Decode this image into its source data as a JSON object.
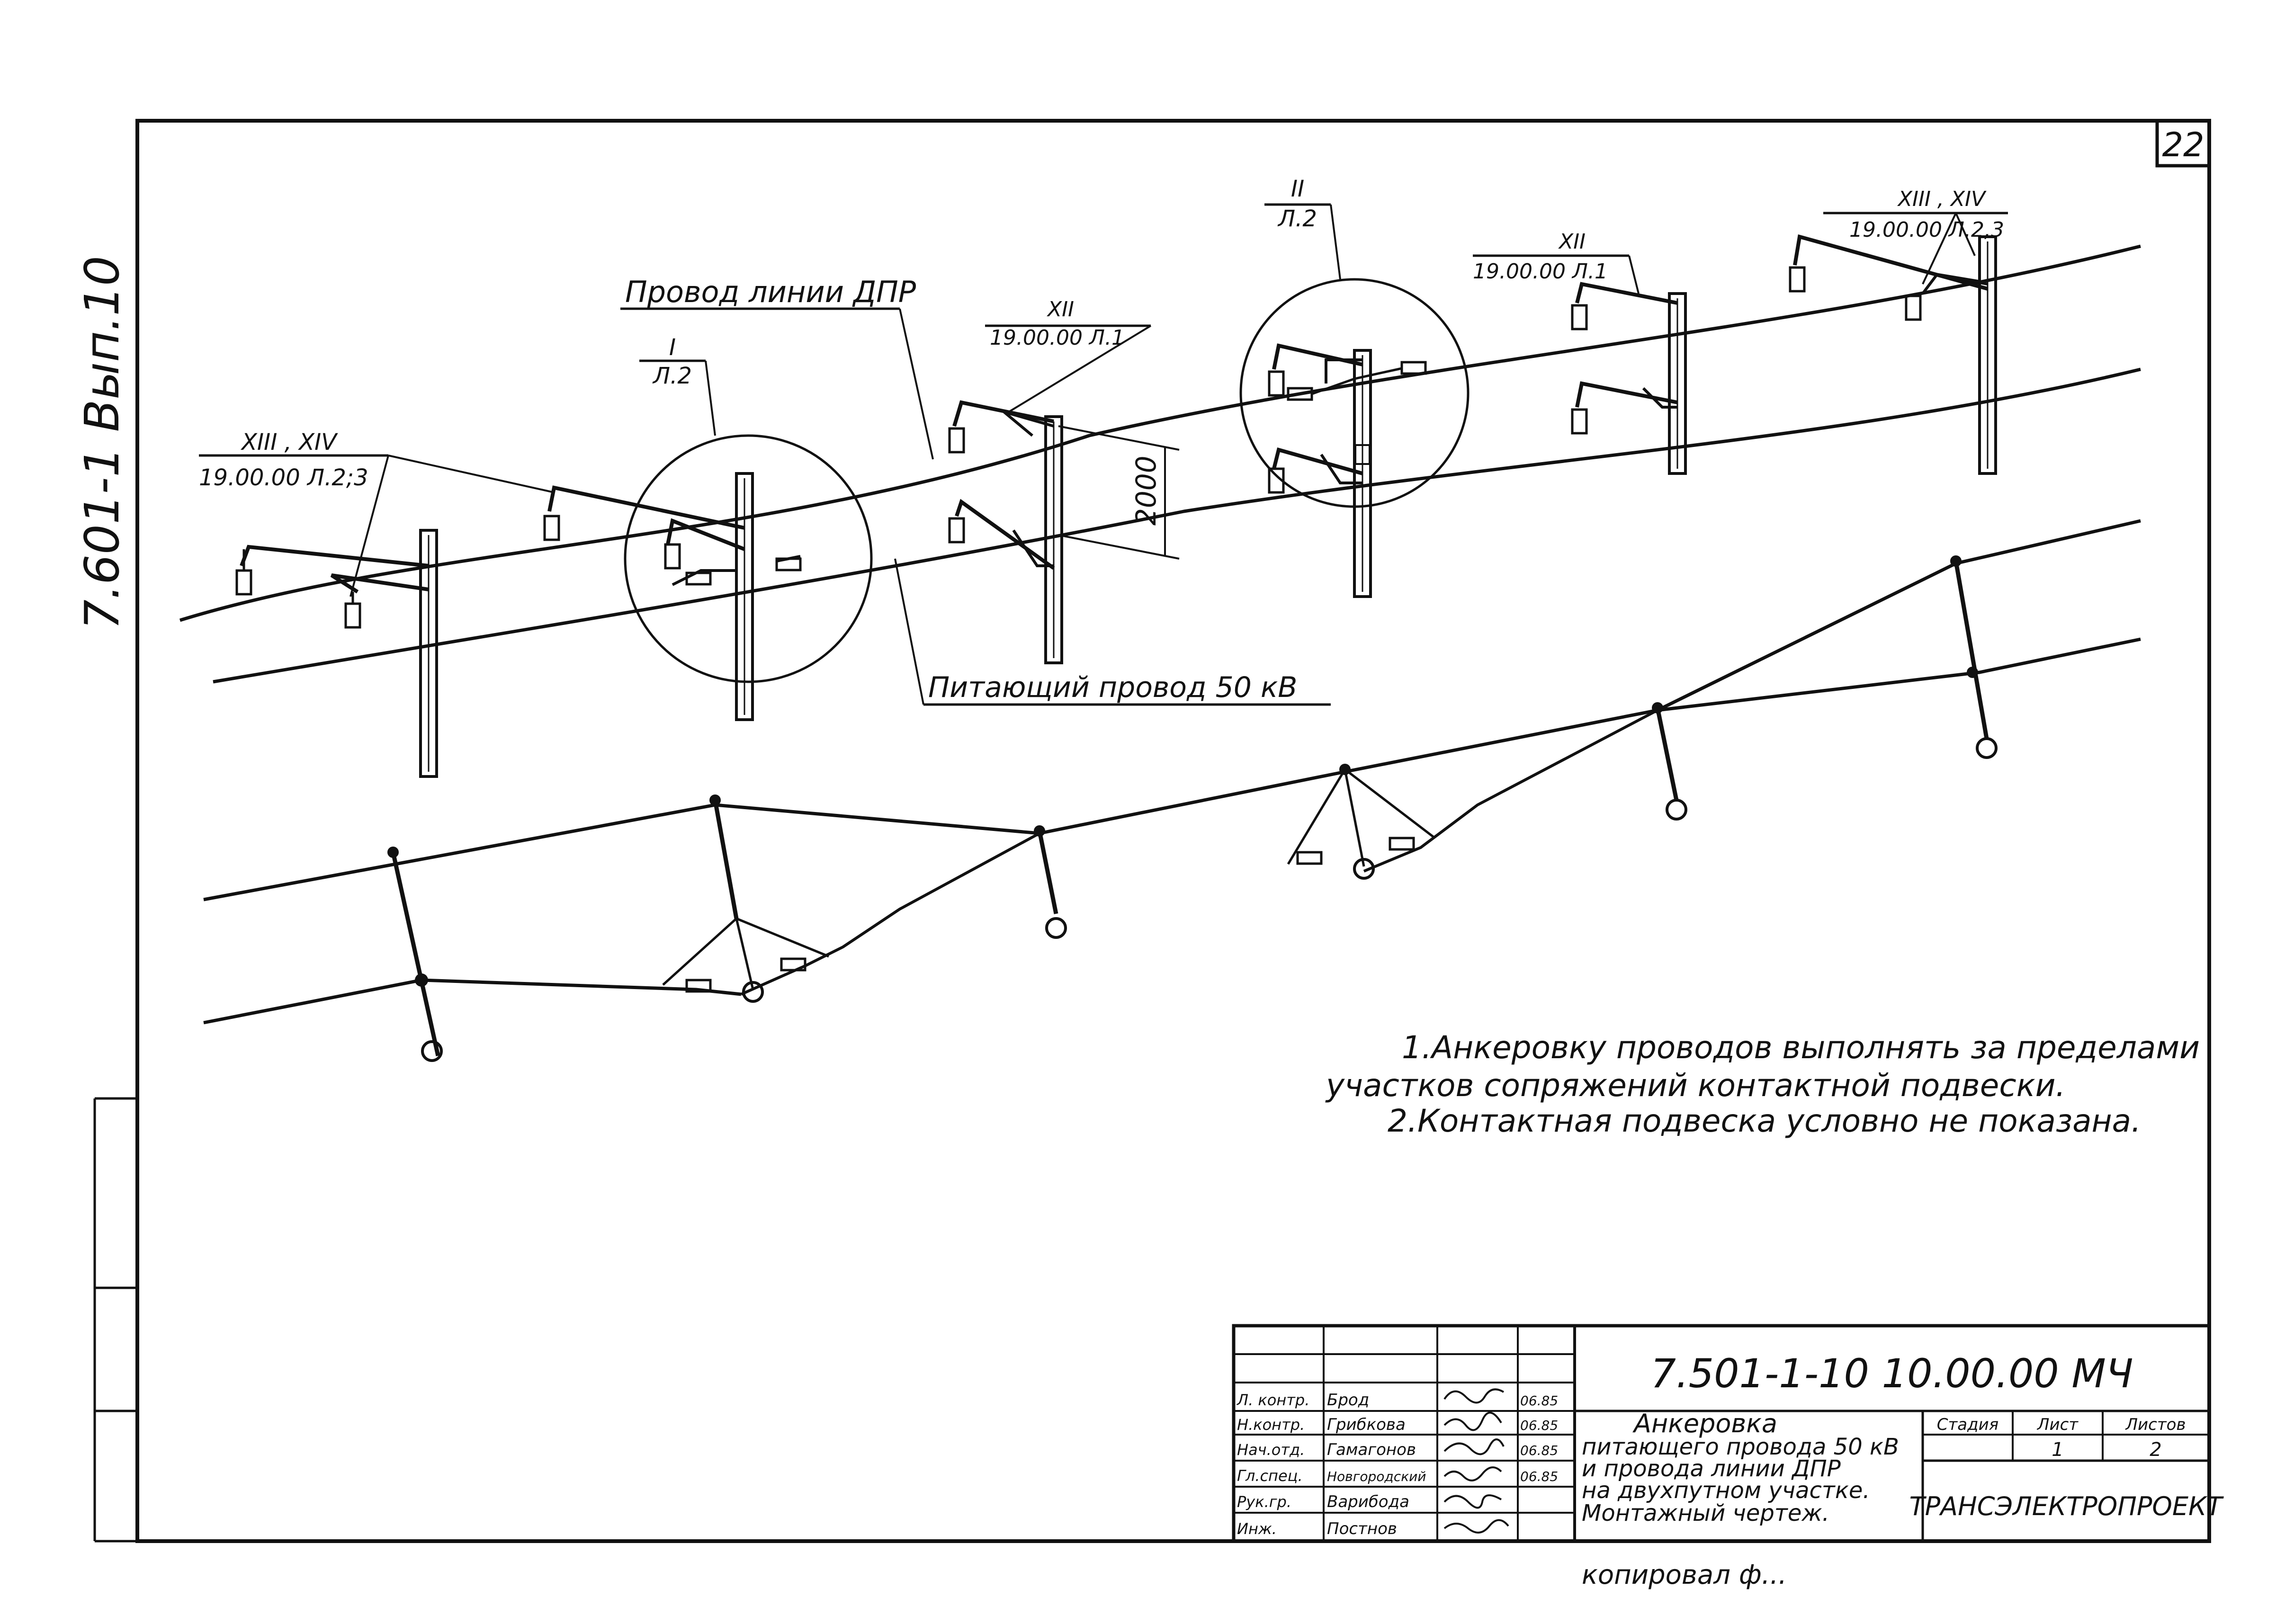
{
  "sheet": {
    "page_number": "22",
    "side_code": "7.601-1   Вып.10",
    "bottom_note": "копировал ф..."
  },
  "callouts": {
    "left": {
      "top": "XIII , XIV",
      "bottom": "19.00.00 Л.2;3"
    },
    "detail_1": {
      "top": "I",
      "bottom": "Л.2"
    },
    "pole_3": {
      "top": "XII",
      "bottom": "19.00.00 Л.1"
    },
    "detail_2": {
      "top": "II",
      "bottom": "Л.2"
    },
    "pole_5": {
      "top": "XII",
      "bottom": "19.00.00 Л.1"
    },
    "right": {
      "top": "XIII , XIV",
      "bottom": "19.00.00 Л.2,3"
    }
  },
  "labels": {
    "dpr_wire": "Провод линии ДПР",
    "feeder_wire": "Питающий провод 50 кВ",
    "dimension": "2000"
  },
  "notes": [
    "1.Анкеровку проводов выполнять за пределами",
    "участков сопряжений контактной подвески.",
    "2.Контактная подвеска условно не показана."
  ],
  "title_block": {
    "doc_code": "7.501-1-10     10.00.00 МЧ",
    "title_lines": [
      "Анкеровка",
      "питающего провода 50 кВ",
      "и провода линии ДПР",
      "на двухпутном участке.",
      "Монтажный чертеж."
    ],
    "stage_header": "Стадия",
    "sheet_header": "Лист",
    "sheets_header": "Листов",
    "sheet_value": "1",
    "sheets_value": "2",
    "organization": "ТРАНСЭЛЕКТРОПРОЕКТ",
    "staff": [
      {
        "role": "Л. контр.",
        "name": "Брод",
        "date": "06.85"
      },
      {
        "role": "Н.контр.",
        "name": "Грибкова",
        "date": "06.85"
      },
      {
        "role": "Нач.отд.",
        "name": "Гамагонов",
        "date": "06.85"
      },
      {
        "role": "Гл.спец.",
        "name": "Новгородский",
        "date": "06.85"
      },
      {
        "role": "Рук.гр.",
        "name": "Варибода",
        "date": ""
      },
      {
        "role": "Инж.",
        "name": "Постнов",
        "date": ""
      }
    ]
  }
}
